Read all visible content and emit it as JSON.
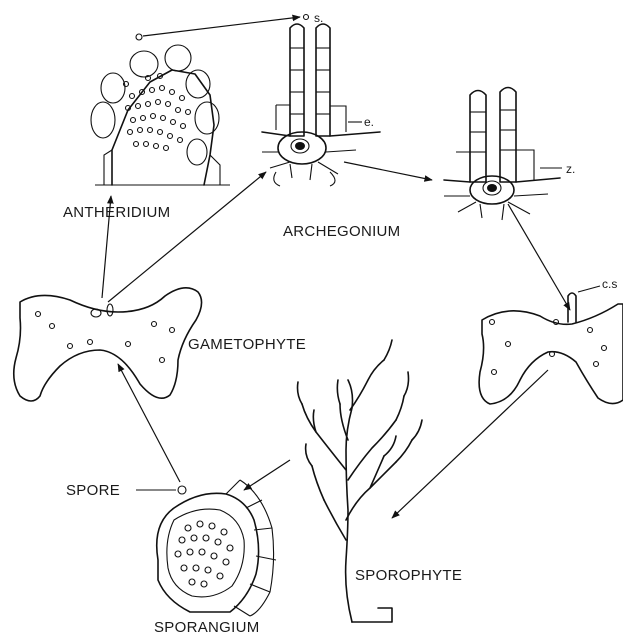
{
  "labels": {
    "antheridium": "ANTHERIDIUM",
    "archegonium": "ARCHEGONIUM",
    "gametophyte": "GAMETOPHYTE",
    "sporophyte": "SPOROPHYTE",
    "sporangium": "SPORANGIUM",
    "spore": "SPORE",
    "s": "s.",
    "e": "e.",
    "z": "z.",
    "cs": "c.s"
  }
}
